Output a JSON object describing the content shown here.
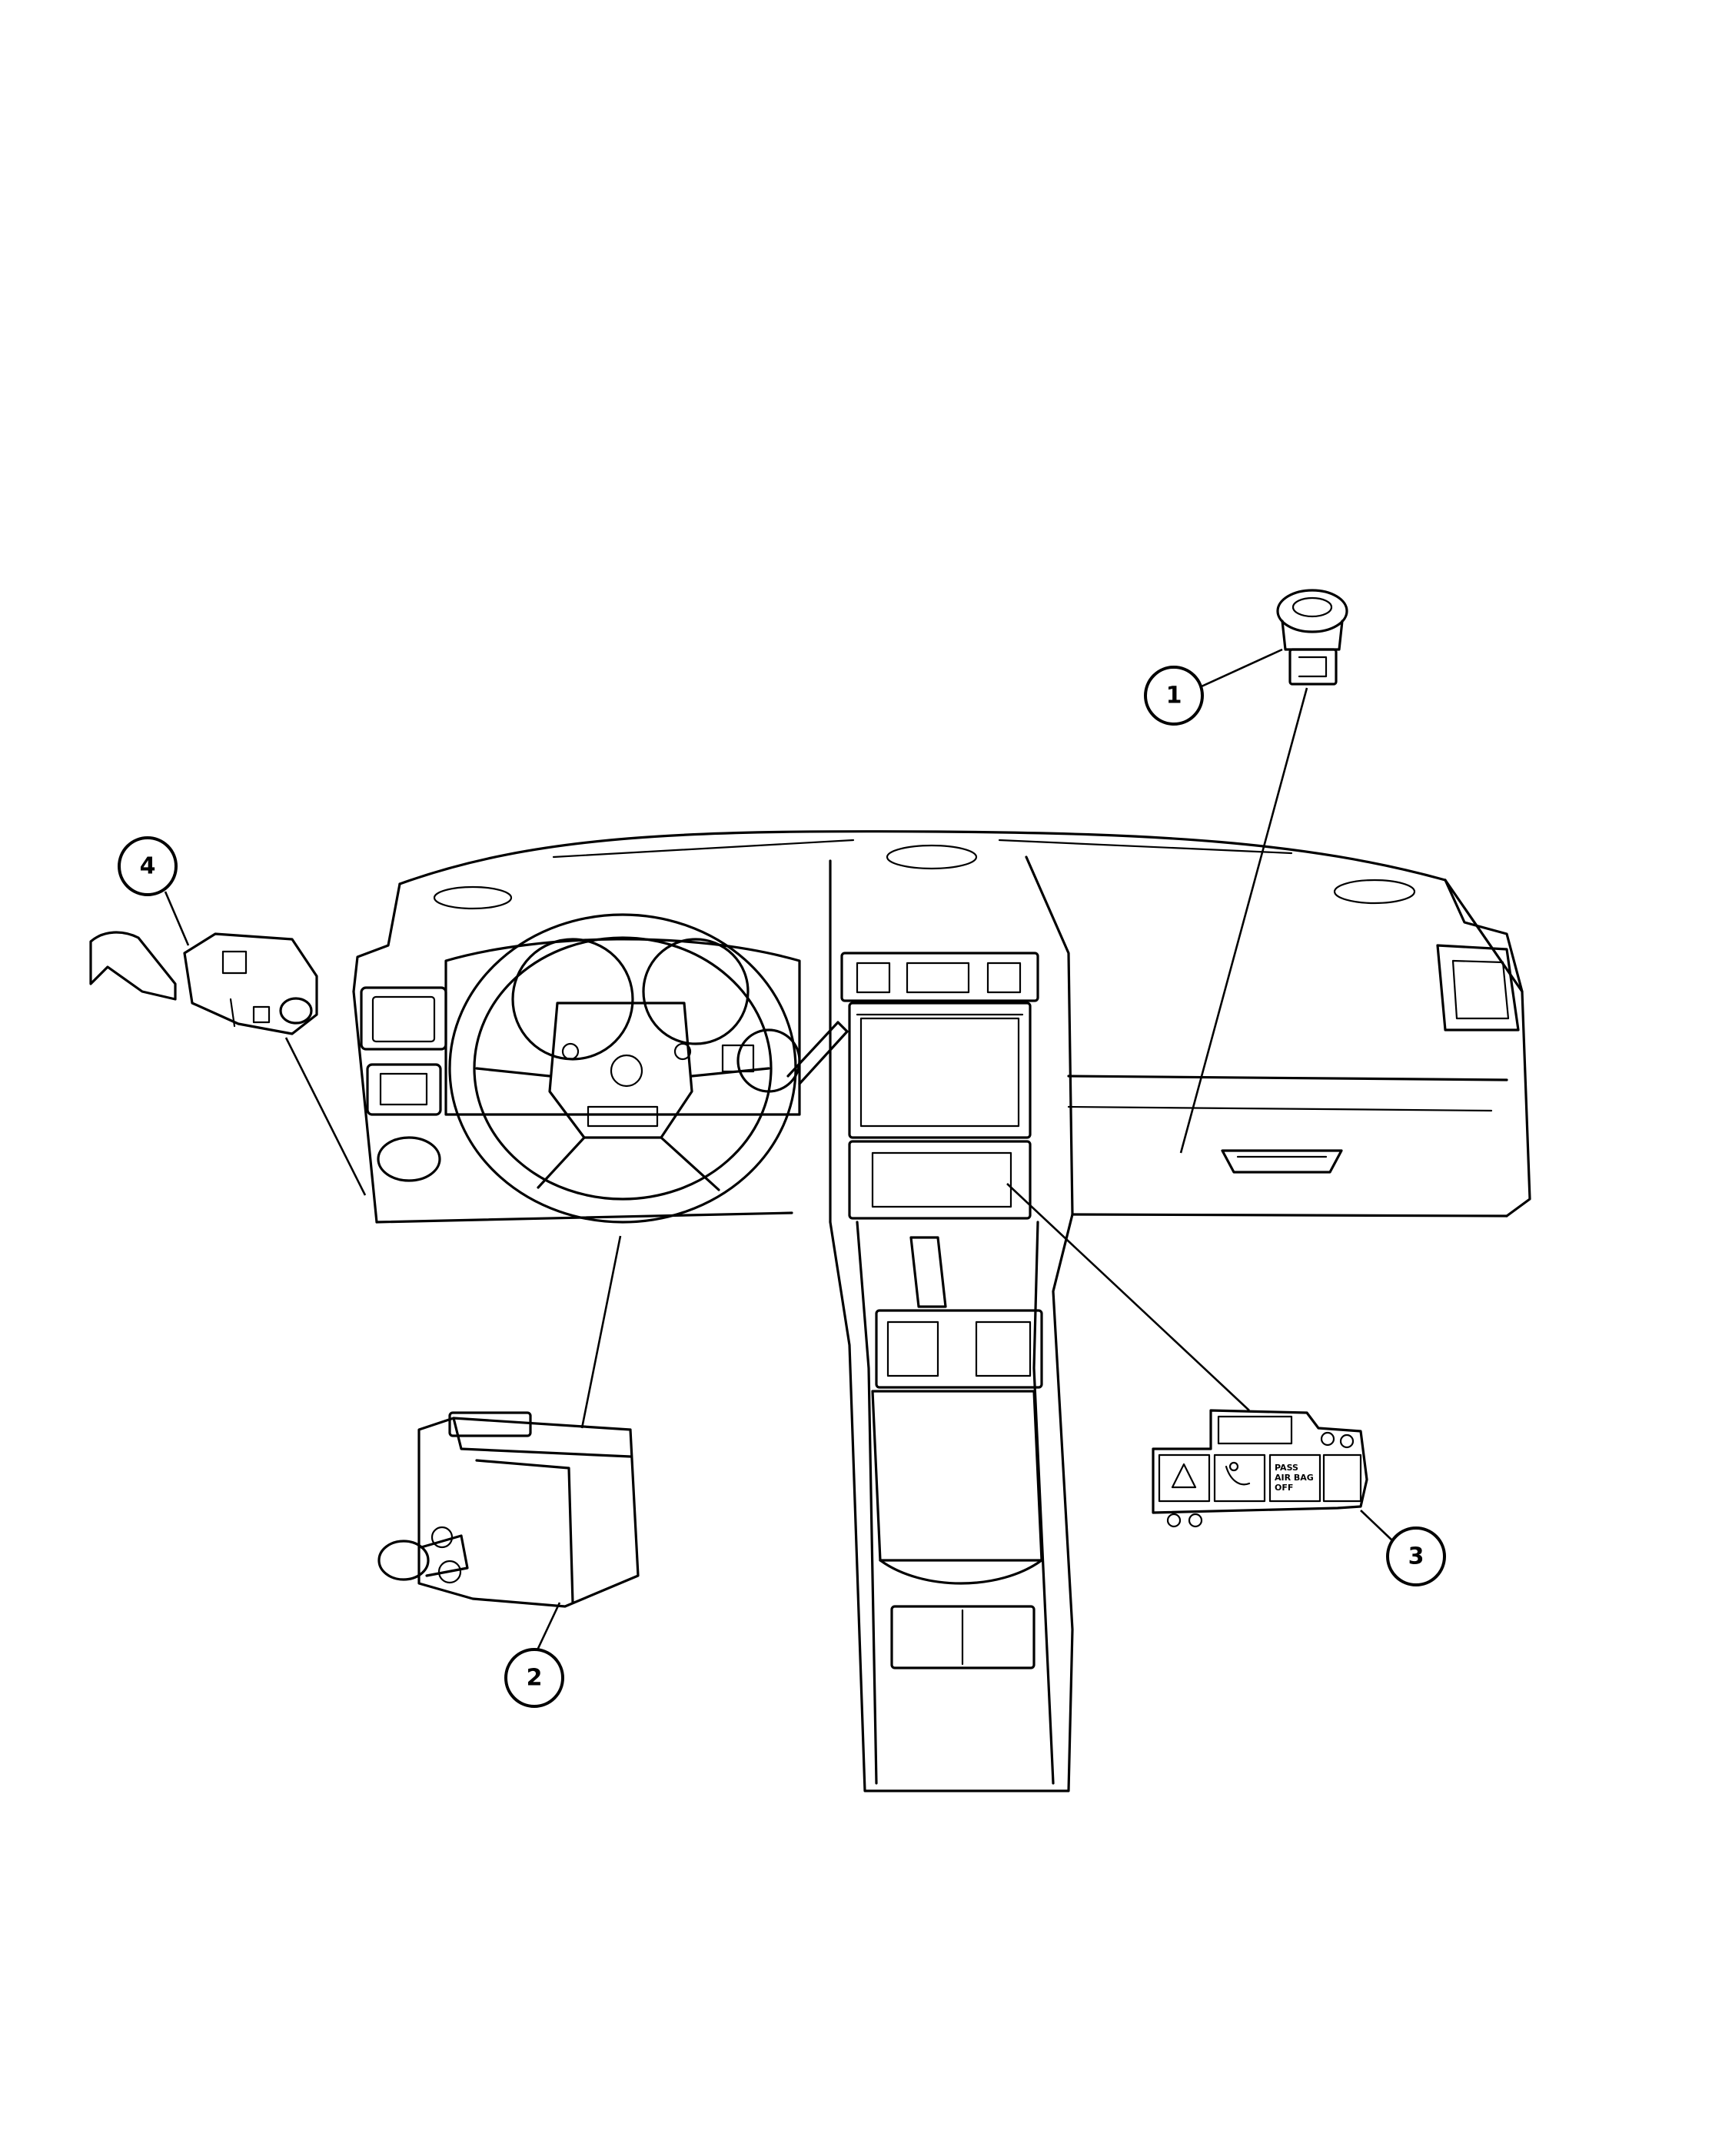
{
  "callouts": [
    {
      "id": "1",
      "label": "1"
    },
    {
      "id": "2",
      "label": "2"
    },
    {
      "id": "3",
      "label": "3"
    },
    {
      "id": "4",
      "label": "4"
    }
  ],
  "panel_text": {
    "line1": "PASS",
    "line2": "AIR BAG",
    "line3": "OFF"
  },
  "colors": {
    "line": "#000000",
    "background": "#ffffff"
  }
}
